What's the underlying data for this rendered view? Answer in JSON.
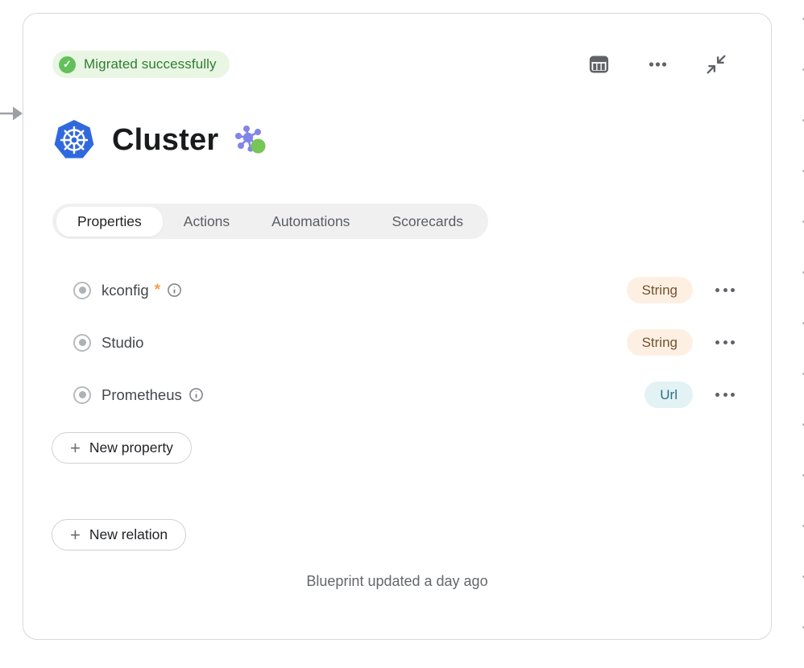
{
  "status": {
    "label": "Migrated successfully",
    "bg": "#e9f6e3",
    "text_color": "#2f7d33",
    "icon": "check-circle-icon",
    "icon_color": "#63c05b",
    "check_glyph": "✓"
  },
  "toolbar": {
    "icons": [
      {
        "name": "table-columns-icon"
      },
      {
        "name": "more-options-icon"
      },
      {
        "name": "collapse-icon"
      }
    ]
  },
  "header": {
    "title": "Cluster",
    "logo": "kubernetes-logo",
    "relations_icon": "graph-icon"
  },
  "tabs": [
    {
      "label": "Properties",
      "active": true
    },
    {
      "label": "Actions",
      "active": false
    },
    {
      "label": "Automations",
      "active": false
    },
    {
      "label": "Scorecards",
      "active": false
    }
  ],
  "properties": [
    {
      "name": "kconfig",
      "required_marker": "*",
      "has_info": true,
      "type": "String"
    },
    {
      "name": "Studio",
      "required_marker": "",
      "has_info": false,
      "type": "String"
    },
    {
      "name": "Prometheus",
      "required_marker": "",
      "has_info": true,
      "type": "Url"
    }
  ],
  "type_colors": {
    "String": {
      "bg": "#fdf0e3",
      "text": "#75512e"
    },
    "Url": {
      "bg": "#e3f2f5",
      "text": "#2c7184"
    }
  },
  "buttons": {
    "plus": "+",
    "new_property": "New property",
    "new_relation": "New relation"
  },
  "footer": {
    "text": "Blueprint updated a day ago"
  },
  "colors": {
    "kubernetes_blue": "#3069de",
    "graph_purple": "#8185ea",
    "graph_green": "#77c556",
    "icon_gray": "#5f6368",
    "required_orange": "#f0a14f"
  }
}
